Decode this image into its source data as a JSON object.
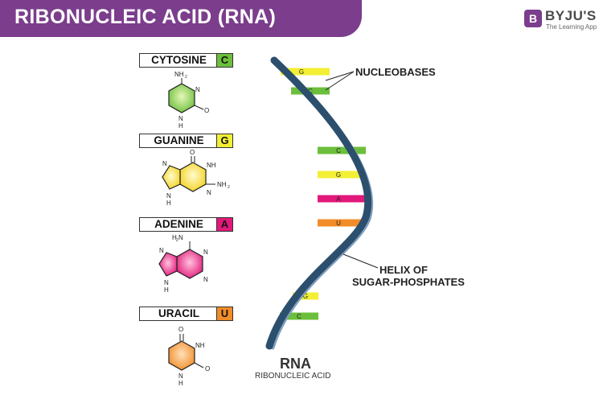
{
  "header": {
    "title": "RIBONUCLEIC ACID (RNA)"
  },
  "logo": {
    "mark": "B",
    "name": "BYJU'S",
    "tagline": "The Learning App"
  },
  "bases": [
    {
      "name": "CYTOSINE",
      "letter": "C",
      "color": "#6cbf3c"
    },
    {
      "name": "GUANINE",
      "letter": "G",
      "color": "#f3ef34"
    },
    {
      "name": "ADENINE",
      "letter": "A",
      "color": "#e2197a"
    },
    {
      "name": "URACIL",
      "letter": "U",
      "color": "#f28c28"
    }
  ],
  "atoms": {
    "cytosine": {
      "nh2": "NH",
      "sub2": "2",
      "n1": "N",
      "n2": "N",
      "h": "H",
      "o": "O"
    },
    "guanine": {
      "o": "O",
      "nh_top": "NH",
      "n_left": "N",
      "n_right": "N",
      "n_bottom": "N",
      "h": "H",
      "nh2": "NH",
      "sub2": "2"
    },
    "adenine": {
      "h2n": "H N",
      "sub2": "2",
      "n_top": "N",
      "n_left": "N",
      "n_right": "N",
      "n_bottom": "N",
      "h": "H"
    },
    "uracil": {
      "o_top": "O",
      "nh": "NH",
      "o_right": "O",
      "n": "N",
      "h": "H"
    }
  },
  "helix": {
    "rungs": [
      {
        "letter": "G",
        "color": "#f3ef34"
      },
      {
        "letter": "C",
        "color": "#6cbf3c"
      },
      {
        "letter": "C",
        "color": "#6cbf3c"
      },
      {
        "letter": "G",
        "color": "#f3ef34"
      },
      {
        "letter": "A",
        "color": "#e2197a"
      },
      {
        "letter": "U",
        "color": "#f28c28"
      },
      {
        "letter": "G",
        "color": "#f3ef34"
      },
      {
        "letter": "C",
        "color": "#6cbf3c"
      }
    ],
    "backbone_color": "#2c4f6e",
    "backbone_light": "#7f9fbd"
  },
  "annotations": {
    "nucleobases": "NUCLEOBASES",
    "helix_line1": "HELIX OF",
    "helix_line2": "SUGAR-PHOSPHATES"
  },
  "footer": {
    "title": "RNA",
    "subtitle": "RIBONUCLEIC ACID"
  }
}
